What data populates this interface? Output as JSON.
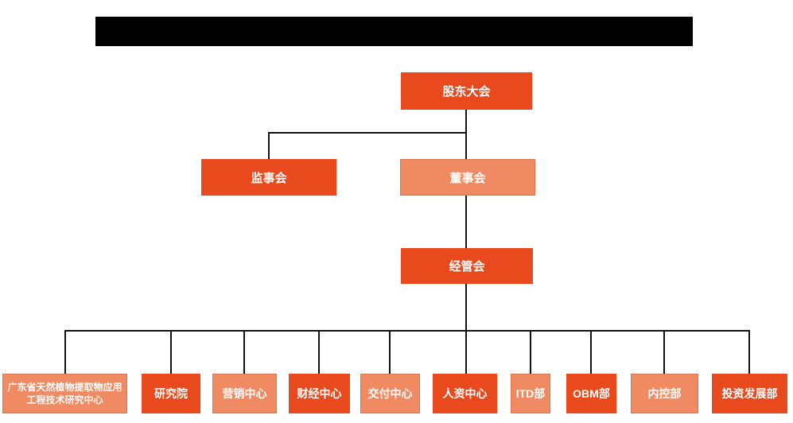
{
  "meta": {
    "description": "Company organizational structure chart with redacted title bar"
  },
  "colors": {
    "primary": "#E8491D",
    "secondary": "#EF8A62",
    "secondary_border": "#E0754B",
    "line": "#111111",
    "redaction": "#000000",
    "text": "#FFFFFF"
  },
  "org": {
    "root": {
      "label": "股东大会"
    },
    "supervisory": {
      "label": "监事会"
    },
    "board": {
      "label": "董事会"
    },
    "management": {
      "label": "经管会"
    },
    "departments": [
      {
        "label": "广东省天然植物提取物应用工程技术研究中心",
        "variant": "light"
      },
      {
        "label": "研究院",
        "variant": "dark"
      },
      {
        "label": "营销中心",
        "variant": "light"
      },
      {
        "label": "财经中心",
        "variant": "dark"
      },
      {
        "label": "交付中心",
        "variant": "light"
      },
      {
        "label": "人资中心",
        "variant": "dark"
      },
      {
        "label": "ITD部",
        "variant": "light"
      },
      {
        "label": "OBM部",
        "variant": "dark"
      },
      {
        "label": "内控部",
        "variant": "light"
      },
      {
        "label": "投资发展部",
        "variant": "dark"
      }
    ]
  }
}
